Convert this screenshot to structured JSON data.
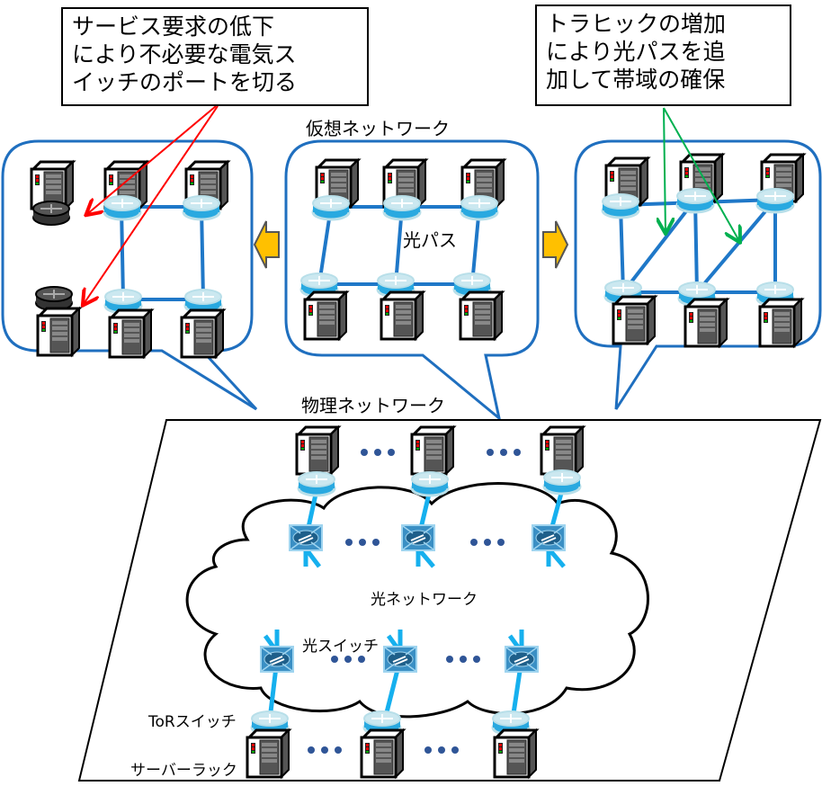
{
  "notes": {
    "left": [
      "サービス要求の低下",
      "により不必要な電気ス",
      "イッチのポートを切る"
    ],
    "right": [
      "トラヒックの増加",
      "により光パスを追",
      "加して帯域の確保"
    ]
  },
  "labels": {
    "virtual_network": "仮想ネットワーク",
    "optical_path": "光パス",
    "physical_network": "物理ネットワーク",
    "optical_network": "光ネットワーク",
    "optical_switch": "光スイッチ",
    "tor_switch": "ToRスイッチ",
    "server_rack": "サーバーラック"
  },
  "colors": {
    "bubble_border": "#1f6fbf",
    "link": "#1f78c8",
    "physical_link": "#16b0ee",
    "remove_arrow": "#ff0000",
    "add_arrow": "#00b050",
    "transition_arrow": "#ffc000",
    "dots": "#2f5597"
  }
}
